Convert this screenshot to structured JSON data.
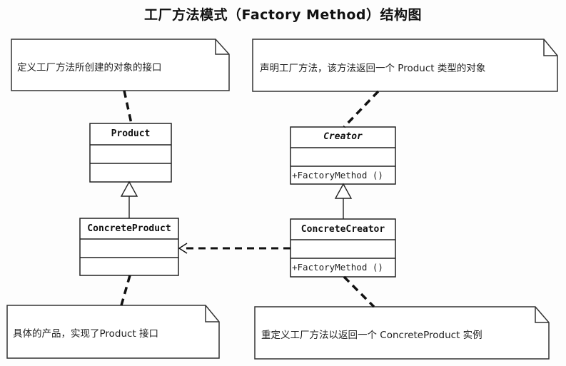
{
  "title": "工厂方法模式（Factory Method）结构图",
  "notes": {
    "product_note": "定义工厂方法所创建的对象的接口",
    "creator_note": "声明工厂方法，该方法返回一个 Product 类型的对象",
    "concrete_product_note": "具体的产品，实现了Product 接口",
    "concrete_creator_note": "重定义工厂方法以返回一个 ConcreteProduct 实例"
  },
  "classes": {
    "product": {
      "name": "Product",
      "abstract": false,
      "operations": []
    },
    "concrete_product": {
      "name": "ConcreteProduct",
      "abstract": false,
      "operations": []
    },
    "creator": {
      "name": "Creator",
      "abstract": true,
      "operations": [
        "+FactoryMethod ()"
      ]
    },
    "concrete_creator": {
      "name": "ConcreteCreator",
      "abstract": false,
      "operations": [
        "+FactoryMethod ()"
      ]
    }
  },
  "relations": [
    {
      "type": "generalization",
      "from": "ConcreteProduct",
      "to": "Product"
    },
    {
      "type": "generalization",
      "from": "ConcreteCreator",
      "to": "Creator"
    },
    {
      "type": "dependency",
      "from": "ConcreteCreator",
      "to": "ConcreteProduct"
    },
    {
      "type": "note-anchor",
      "from": "product_note",
      "to": "Product"
    },
    {
      "type": "note-anchor",
      "from": "creator_note",
      "to": "Creator"
    },
    {
      "type": "note-anchor",
      "from": "concrete_product_note",
      "to": "ConcreteProduct"
    },
    {
      "type": "note-anchor",
      "from": "concrete_creator_note",
      "to": "ConcreteCreator"
    }
  ]
}
